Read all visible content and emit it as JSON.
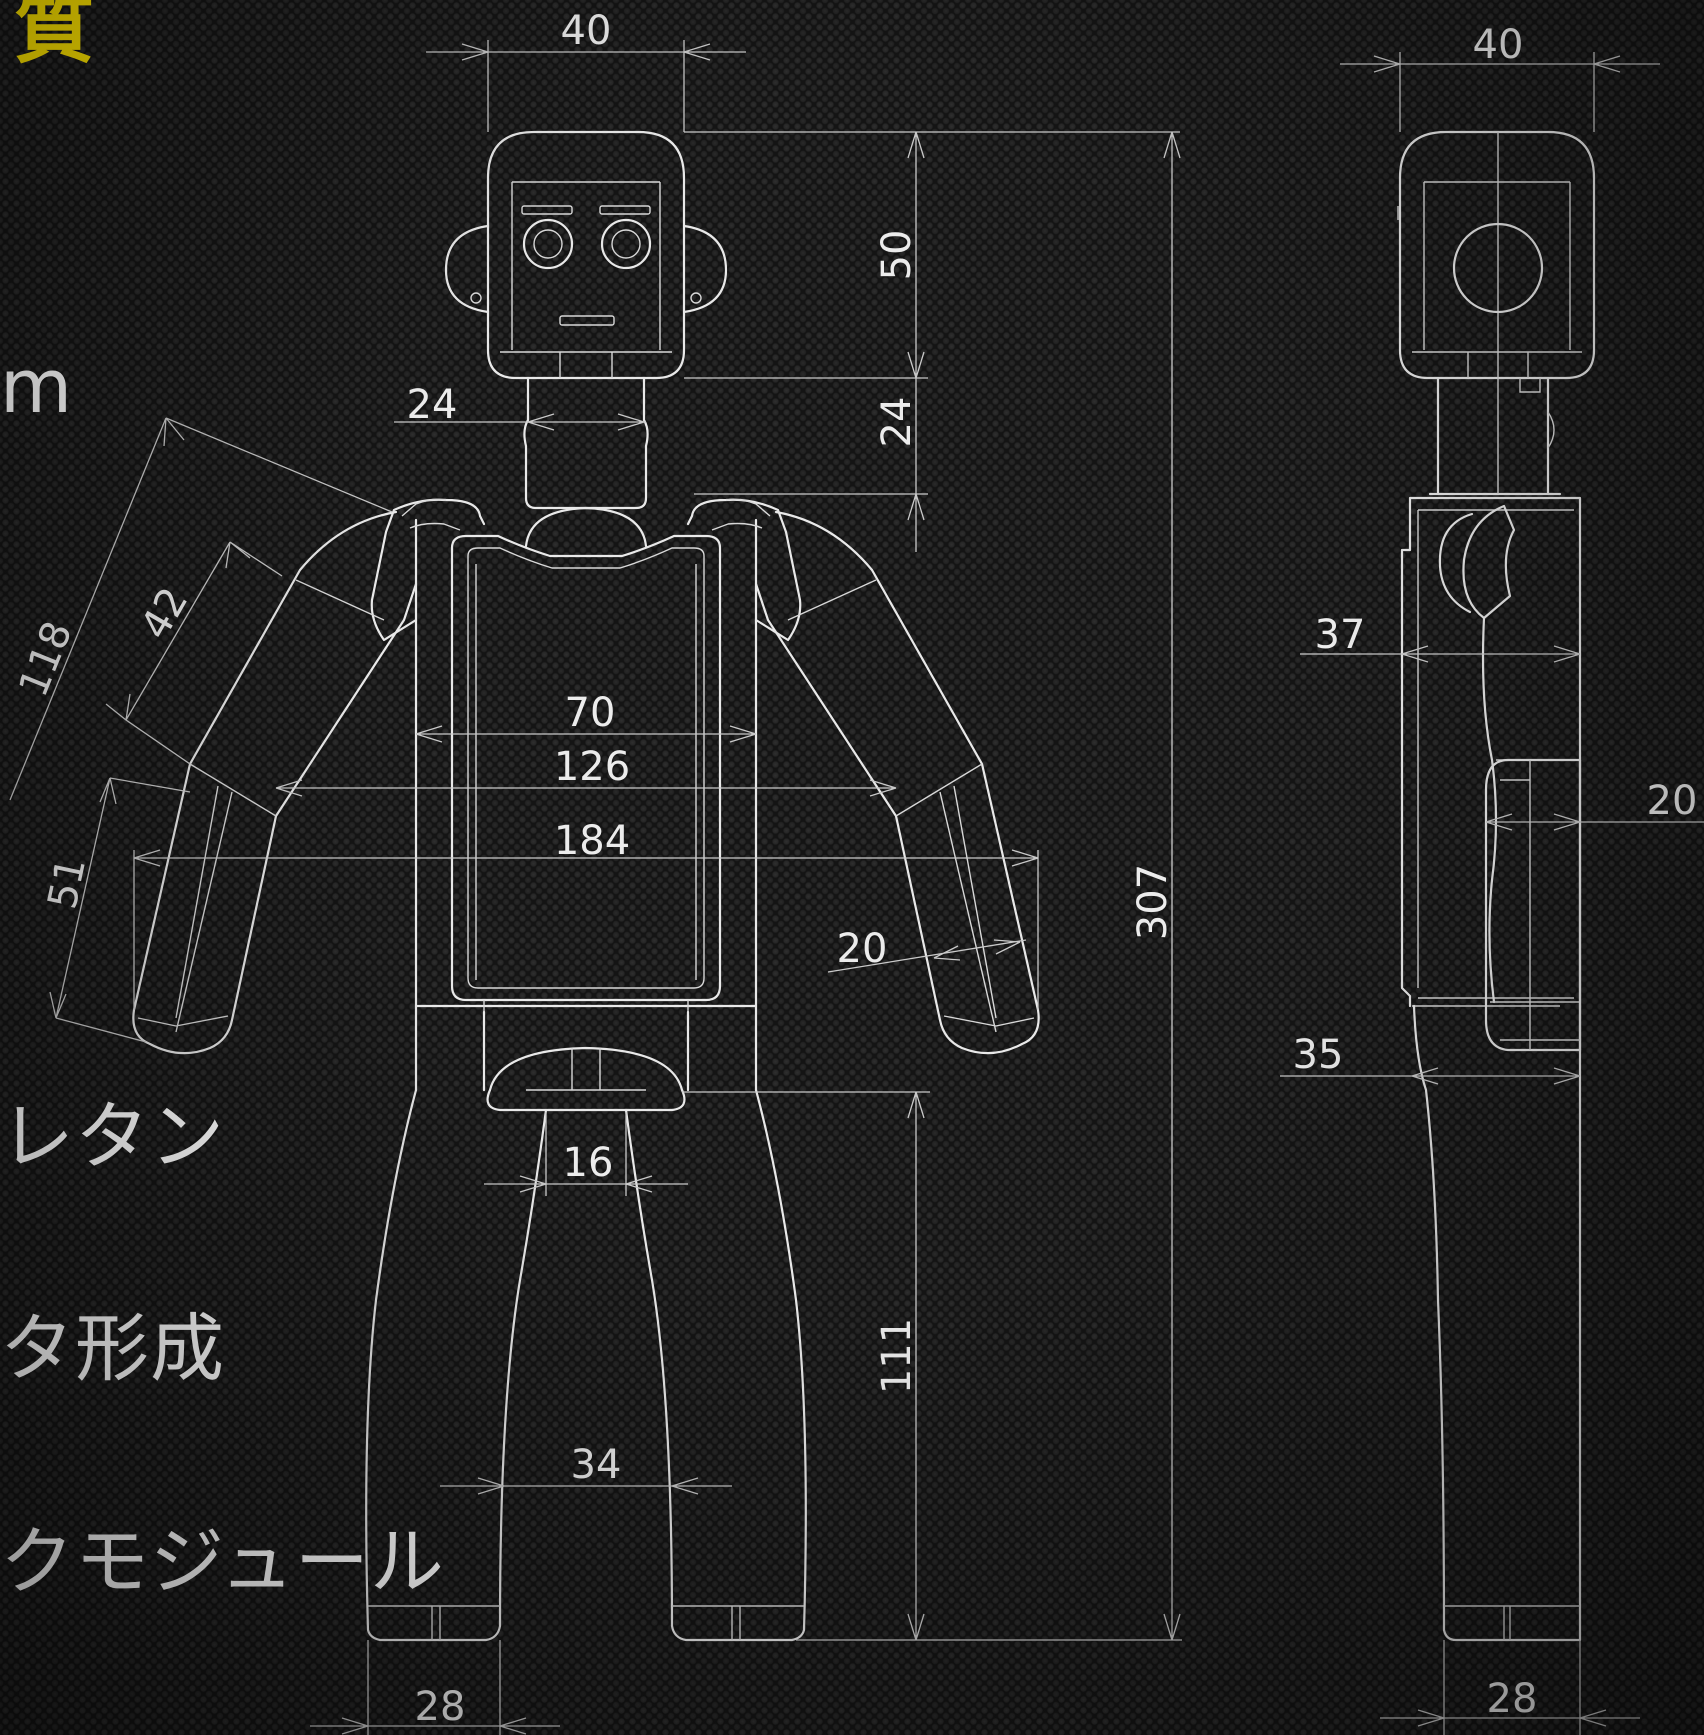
{
  "side_texts": {
    "title": "質",
    "unit_m": "m",
    "paren": ")",
    "urethane": "レタン",
    "formation": "タ形成",
    "module": "クモジュール"
  },
  "dimensions": {
    "front_head_width": "40",
    "side_head_width": "40",
    "head_height": "50",
    "neck_height": "24",
    "neck_width": "24",
    "total_height": "307",
    "arm_length": "118",
    "upper_arm": "42",
    "forearm": "51",
    "chest_width": "70",
    "shoulder_width": "126",
    "arm_span": "184",
    "wrist_width": "20",
    "crotch_width": "16",
    "leg_height": "111",
    "leg_width": "34",
    "foot_width_front": "28",
    "side_depth_upper": "37",
    "side_depth_lower": "35",
    "side_hand": "20",
    "foot_width_side": "28"
  },
  "colors": {
    "background": "#141414",
    "line": "#e9e9e9",
    "title": "#ffe500",
    "text": "#ffffff"
  }
}
